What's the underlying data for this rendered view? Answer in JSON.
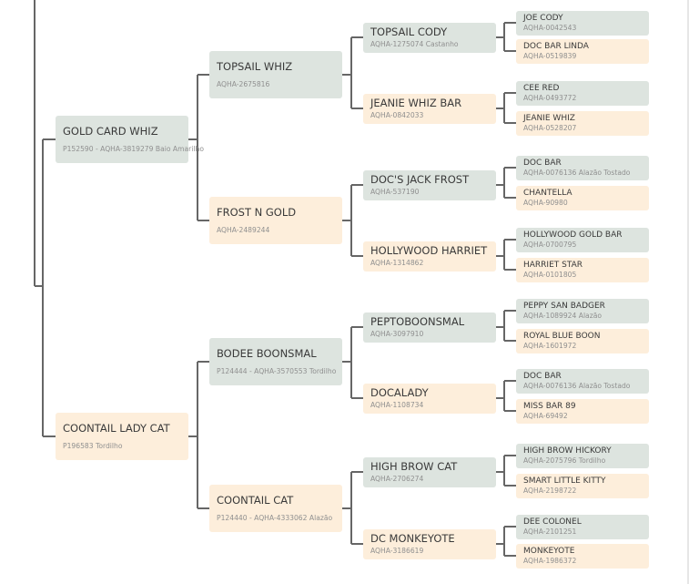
{
  "tree": {
    "sire": {
      "name": "GOLD CARD WHIZ",
      "reg": "P152590 - AQHA-3819279 Baio Amarilho",
      "sire": {
        "name": "TOPSAIL WHIZ",
        "reg": "AQHA-2675816",
        "sire": {
          "name": "TOPSAIL CODY",
          "reg": "AQHA-1275074 Castanho",
          "sire": {
            "name": "JOE CODY",
            "reg": "AQHA-0042543"
          },
          "dam": {
            "name": "DOC BAR LINDA",
            "reg": "AQHA-0519839"
          }
        },
        "dam": {
          "name": "JEANIE WHIZ BAR",
          "reg": "AQHA-0842033",
          "sire": {
            "name": "CEE RED",
            "reg": "AQHA-0493772"
          },
          "dam": {
            "name": "JEANIE WHIZ",
            "reg": "AQHA-0528207"
          }
        }
      },
      "dam": {
        "name": "FROST N GOLD",
        "reg": "AQHA-2489244",
        "sire": {
          "name": "DOC'S JACK FROST",
          "reg": "AQHA-537190",
          "sire": {
            "name": "DOC BAR",
            "reg": "AQHA-0076136 Alazão Tostado"
          },
          "dam": {
            "name": "CHANTELLA",
            "reg": "AQHA-90980"
          }
        },
        "dam": {
          "name": "HOLLYWOOD HARRIET",
          "reg": "AQHA-1314862",
          "sire": {
            "name": "HOLLYWOOD GOLD BAR",
            "reg": "AQHA-0700795"
          },
          "dam": {
            "name": "HARRIET STAR",
            "reg": "AQHA-0101805"
          }
        }
      }
    },
    "dam": {
      "name": "COONTAIL LADY CAT",
      "reg": "P196583 Tordilho",
      "sire": {
        "name": "BODEE BOONSMAL",
        "reg": "P124444 - AQHA-3570553 Tordilho",
        "sire": {
          "name": "PEPTOBOONSMAL",
          "reg": "AQHA-3097910",
          "sire": {
            "name": "PEPPY SAN BADGER",
            "reg": "AQHA-1089924 Alazão"
          },
          "dam": {
            "name": "ROYAL BLUE BOON",
            "reg": "AQHA-1601972"
          }
        },
        "dam": {
          "name": "DOCALADY",
          "reg": "AQHA-1108734",
          "sire": {
            "name": "DOC BAR",
            "reg": "AQHA-0076136 Alazão Tostado"
          },
          "dam": {
            "name": "MISS BAR 89",
            "reg": "AQHA-69492"
          }
        }
      },
      "dam": {
        "name": "COONTAIL CAT",
        "reg": "P124440 - AQHA-4333062 Alazão",
        "sire": {
          "name": "HIGH BROW CAT",
          "reg": "AQHA-2706274",
          "sire": {
            "name": "HIGH BROW HICKORY",
            "reg": "AQHA-2075796 Tordilho"
          },
          "dam": {
            "name": "SMART LITTLE KITTY",
            "reg": "AQHA-2198722"
          }
        },
        "dam": {
          "name": "DC MONKEYOTE",
          "reg": "AQHA-3186619",
          "sire": {
            "name": "DEE COLONEL",
            "reg": "AQHA-2101251"
          },
          "dam": {
            "name": "MONKEYOTE",
            "reg": "AQHA-1986372"
          }
        }
      }
    }
  },
  "colors": {
    "male_bg": "#dde4df",
    "female_bg": "#fdeedb",
    "connector": "#666666"
  }
}
